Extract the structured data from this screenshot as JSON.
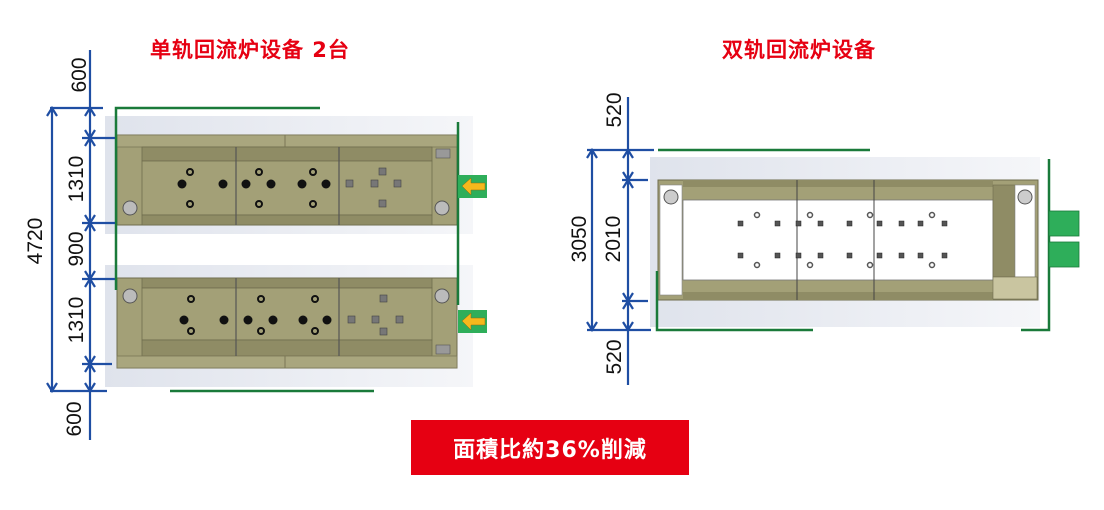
{
  "left_panel": {
    "title": "单轨回流炉设备 2台",
    "dimensions": {
      "top_clearance": "600",
      "unit1_depth": "1310",
      "gap": "900",
      "unit2_depth": "1310",
      "bottom_clearance": "600",
      "total": "4720"
    },
    "units": 2,
    "arrow_color": "#f5b81c",
    "arrow_bg": "#2eae5a"
  },
  "right_panel": {
    "title": "双轨回流炉设备",
    "dimensions": {
      "top_clearance": "520",
      "unit_depth": "2010",
      "bottom_clearance": "520",
      "total": "3050"
    }
  },
  "badge": {
    "text": "面積比約36%削減",
    "color": "#e60012"
  },
  "colors": {
    "dimension_line": "#1f4ea3",
    "boundary_line": "#1a7a3a",
    "machine_body": "#a3a077",
    "machine_dark": "#8a8760",
    "title_red": "#e60012"
  }
}
